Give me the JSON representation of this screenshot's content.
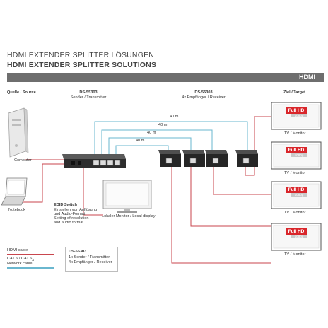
{
  "header": {
    "title_de": "HDMI EXTENDER SPLITTER LÖSUNGEN",
    "title_en": "HDMI EXTENDER SPLITTER SOLUTIONS",
    "badge": "HDMI"
  },
  "source": {
    "heading": "Quelle / Source",
    "computer_label": "Computer",
    "notebook_label": "Notebook"
  },
  "transmitter": {
    "model": "DS-55303",
    "role": "Sender / Transmitter",
    "edid_title": "EDID Switch",
    "edid_lines": [
      "Einstellen von Auflösung",
      "und Audio-Format",
      "Setting of resolution",
      "and audio format"
    ]
  },
  "receivers": {
    "model": "DS-55303",
    "role": "4x Empfänger / Receiver"
  },
  "local_monitor": {
    "label": "Lokaler Monitor / Local display"
  },
  "target": {
    "heading": "Ziel / Target",
    "screen_badge": "Full HD",
    "screen_sub": "1080p",
    "tv_label": "TV / Monitor"
  },
  "distances": [
    "40 m",
    "40 m",
    "40 m",
    "40 m"
  ],
  "legend": {
    "hdmi": "HDMI cable",
    "cat_line1": "CAT 6 / CAT 6",
    "cat_sub": "A",
    "cat_line2": "Network cable"
  },
  "infobox": {
    "model": "DS-55303",
    "line1": "1x Sender / Transmitter",
    "line2": "4x Empfänger / Receiver"
  },
  "colors": {
    "hdmi": "#c9464e",
    "cat": "#6ab7cf",
    "badge": "#d9262b",
    "bar": "#6e6e6e"
  }
}
